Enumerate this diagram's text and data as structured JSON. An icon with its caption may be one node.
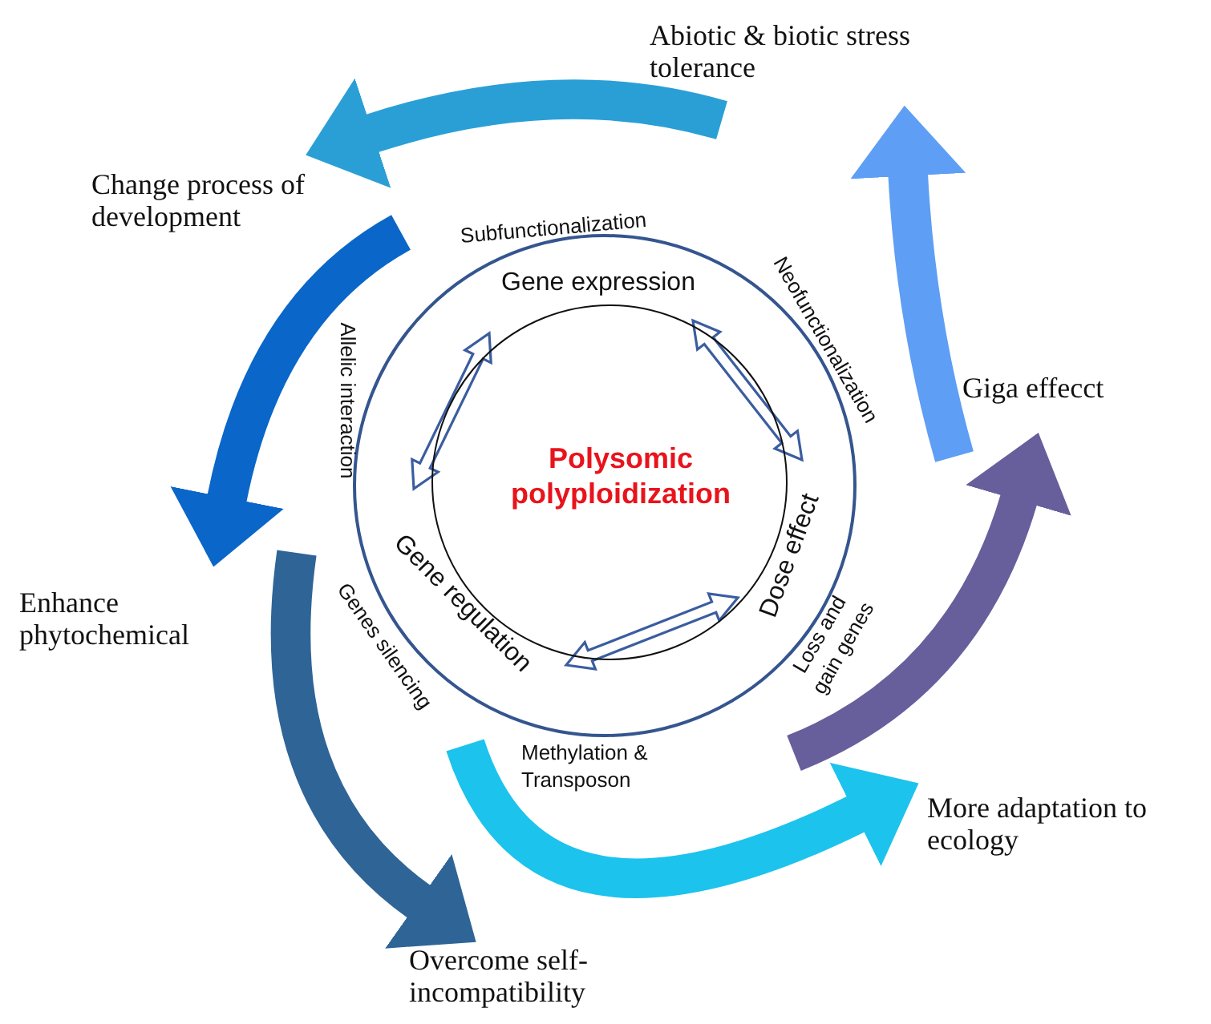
{
  "diagram": {
    "nodes": [
      {
        "text": [
          "Abiotic & biotic stress tolerance"
        ]
      },
      {
        "text": [
          "Change process of development"
        ]
      },
      {
        "text": [
          "Gene expression"
        ]
      },
      {
        "text": [
          "Giga effecct"
        ]
      },
      {
        "text": [
          "Polysomic polyploidization"
        ]
      },
      {
        "text": [
          "Gene regulation"
        ]
      },
      {
        "text": [
          "Dose effect"
        ]
      },
      {
        "text": [
          "Enhance phytochemical"
        ]
      },
      {
        "text": [
          "More adaptation to ecology"
        ]
      },
      {
        "text": [
          "Overcome self-incompatibility"
        ]
      }
    ],
    "edges": [
      {
        "from": null,
        "to": 1,
        "arrow": "to",
        "color": "#2a9fd6"
      },
      {
        "from": null,
        "to": 7,
        "arrow": "to",
        "color": "#0a66c8"
      },
      {
        "from": null,
        "to": 9,
        "arrow": "to",
        "color": "#2f6496"
      },
      {
        "from": null,
        "to": 8,
        "arrow": "to",
        "color": "#1cc3ec"
      },
      {
        "from": null,
        "to": 3,
        "arrow": "to",
        "color": "#675e9c"
      },
      {
        "from": null,
        "to": 0,
        "arrow": "to",
        "color": "#5e9ef5"
      },
      {
        "from": 5,
        "to": 2,
        "arrow": "both"
      },
      {
        "from": 2,
        "to": 6,
        "arrow": "both"
      },
      {
        "from": 5,
        "to": 6,
        "arrow": "both"
      }
    ],
    "labels": [
      "Subfunctionalization",
      "Neofunctionalization",
      "Allelic interaction",
      "Loss and gain genes",
      "Genes silencing",
      "Methylation & Transposon"
    ]
  }
}
